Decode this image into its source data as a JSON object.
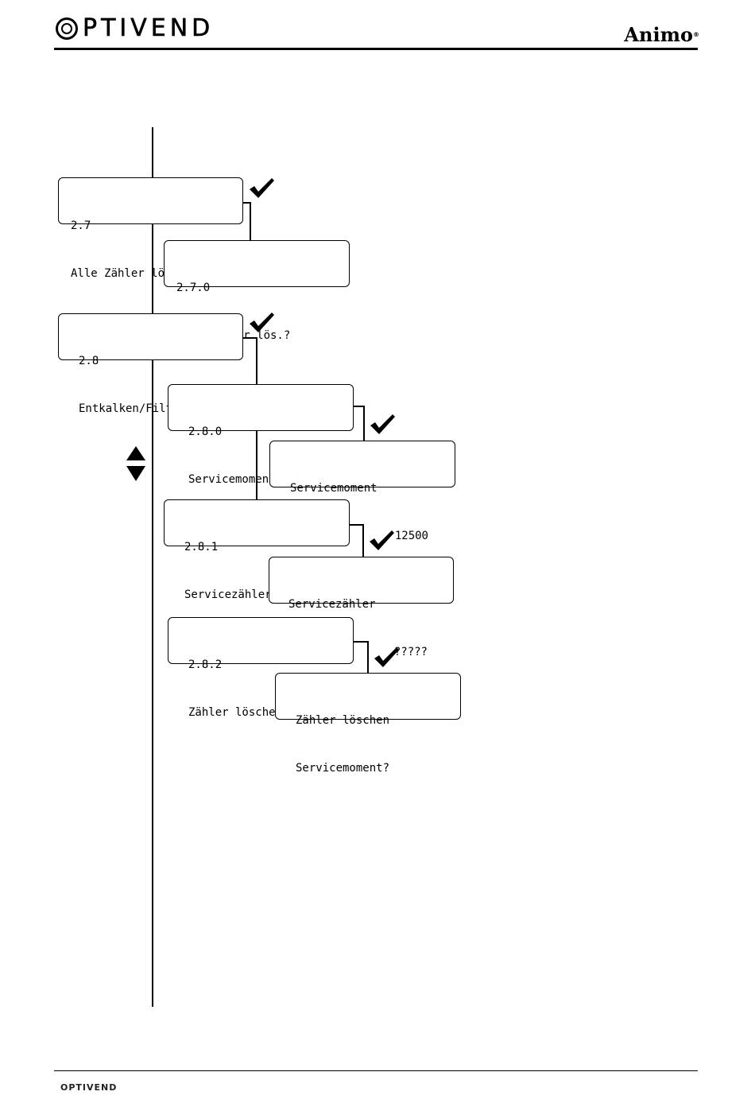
{
  "header": {
    "logo_text": "PTIVEND",
    "brand": "Animo",
    "brand_mark": "®"
  },
  "footer": {
    "logo_text": "OPTIVEND"
  },
  "menu": {
    "m27": {
      "code": "2.7",
      "label": "Alle Zähler lös."
    },
    "m270": {
      "code": "2.7.0",
      "label": "Alle Zähler lös.?"
    },
    "m28": {
      "code": "2.8",
      "label": "Entkalken/Filter"
    },
    "m280": {
      "code": "2.8.0",
      "label": "Servicemoment"
    },
    "m280_value": {
      "label": "Servicemoment",
      "value": "12500"
    },
    "m281": {
      "code": "2.8.1",
      "label": "Servicezähler"
    },
    "m281_value": {
      "label": "Servicezähler",
      "value": "?????"
    },
    "m282": {
      "code": "2.8.2",
      "label": "Zähler löschen"
    },
    "m282_value": {
      "line1": "Zähler löschen",
      "line2": "Servicemoment?"
    }
  },
  "icons": {
    "confirm": "checkmark-icon",
    "navigate": "up-down-arrows-icon"
  }
}
